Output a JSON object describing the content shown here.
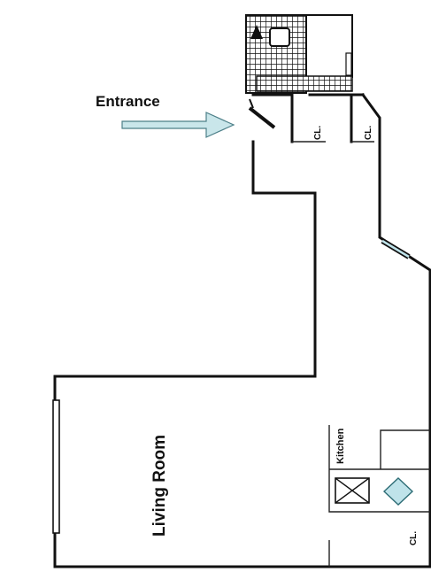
{
  "plan": {
    "entrance": "Entrance",
    "rooms": {
      "living_room": "Living Room",
      "kitchen": "Kitchen"
    },
    "closets": [
      "CL.",
      "CL.",
      "CL."
    ],
    "colors": {
      "wall": "#111111",
      "arrow_fill": "#c9e6ea",
      "arrow_stroke": "#4c7f88",
      "window": "#bfe3ea",
      "appliance": "#bfe3ea"
    },
    "icons": [
      "entrance-arrow-icon",
      "toilet-icon",
      "sink-icon",
      "stove-icon",
      "kitchen-sink-icon",
      "window-icon"
    ]
  }
}
